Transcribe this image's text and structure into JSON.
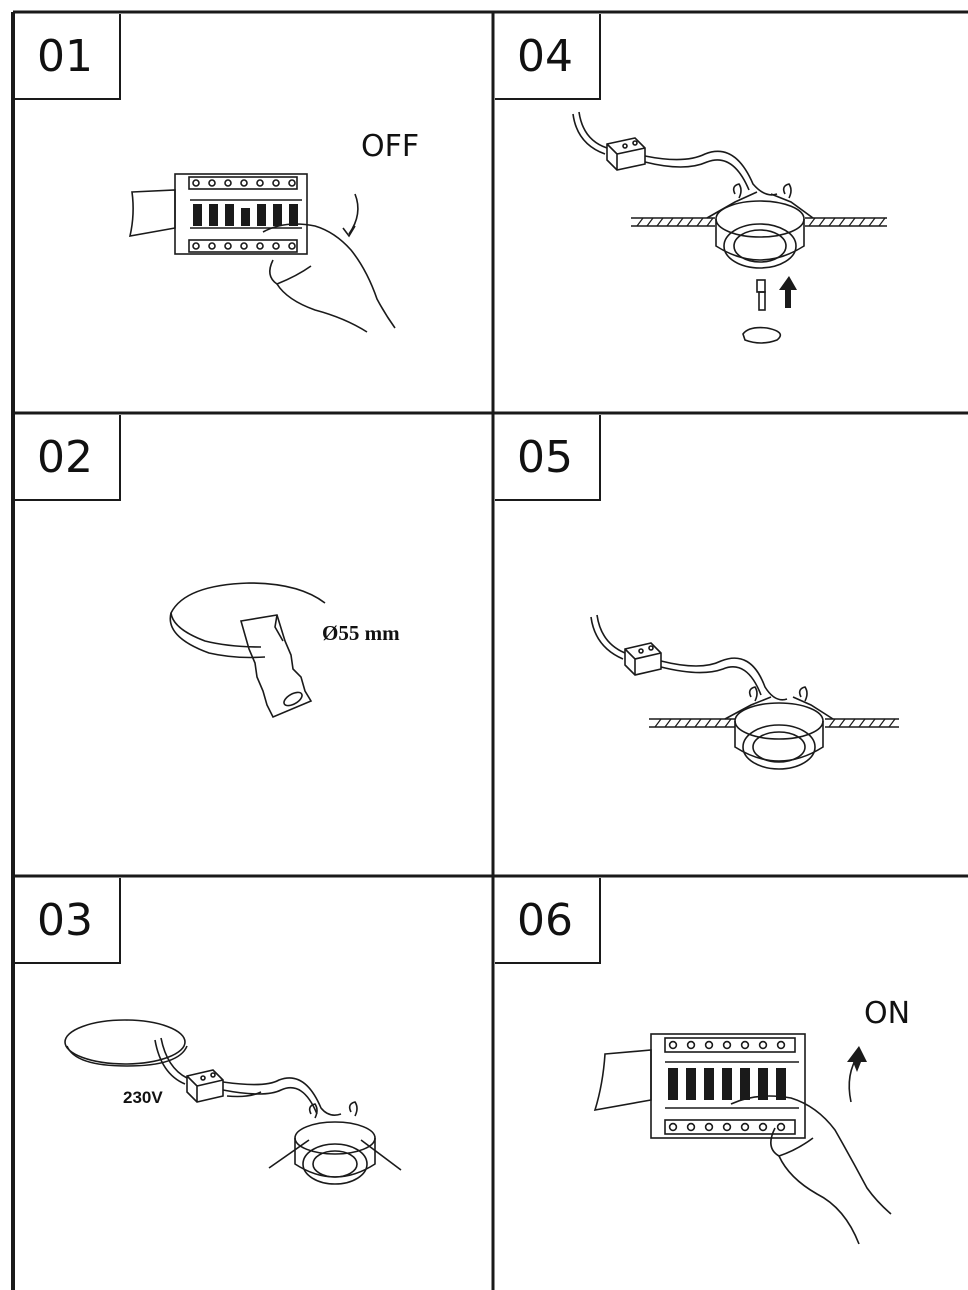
{
  "steps": [
    {
      "number": "01",
      "label": "OFF"
    },
    {
      "number": "02",
      "label": "Ø55 mm"
    },
    {
      "number": "03",
      "label": "230V"
    },
    {
      "number": "04",
      "label": ""
    },
    {
      "number": "05",
      "label": ""
    },
    {
      "number": "06",
      "label": "ON"
    }
  ],
  "colors": {
    "line": "#1a1a1a",
    "background": "#ffffff"
  },
  "icons": {
    "01": "breaker-switch-off-icon",
    "02": "saw-cut-hole-icon",
    "03": "wiring-connection-icon",
    "04": "insert-bulb-icon",
    "05": "mounted-fixture-icon",
    "06": "breaker-switch-on-icon"
  }
}
